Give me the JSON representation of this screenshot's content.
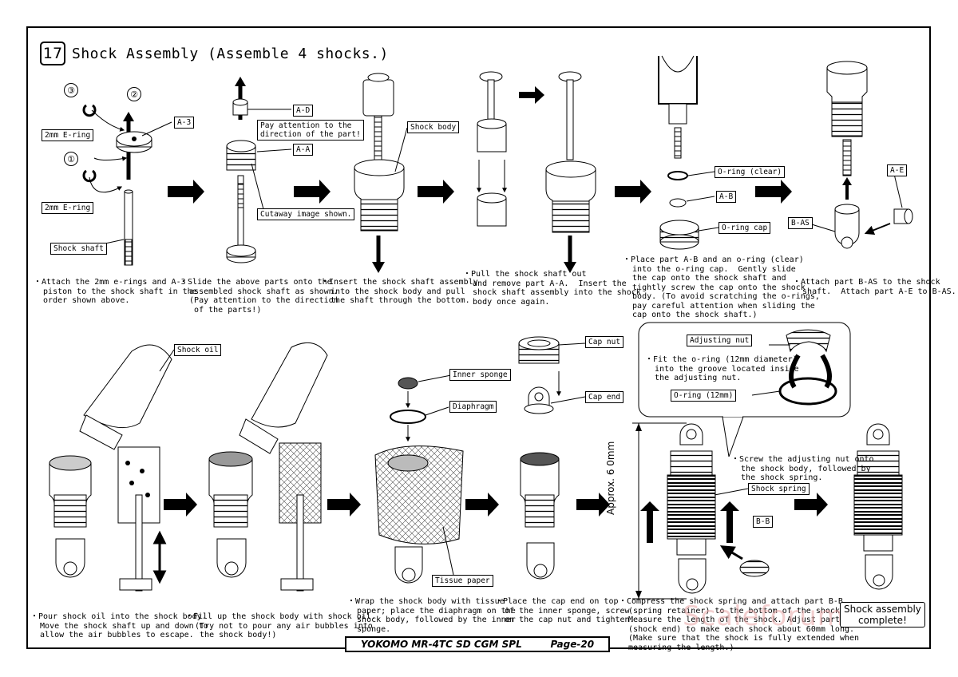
{
  "step": {
    "number": "17",
    "title": "Shock Assembly (Assemble 4 shocks.)"
  },
  "labels": {
    "e_ring_3": "2mm E-ring",
    "e_ring_1": "2mm E-ring",
    "a3": "A-3",
    "shock_shaft": "Shock shaft",
    "ad": "A-D",
    "aa": "A-A",
    "pay_attention": "Pay attention to the\ndirection of the part!",
    "cutaway": "Cutaway image shown.",
    "shock_body": "Shock body",
    "o_ring_clear": "O-ring (clear)",
    "ab": "A-B",
    "o_ring_cap": "O-ring cap",
    "ae": "A-E",
    "bas": "B-AS",
    "shock_oil": "Shock oil",
    "inner_sponge": "Inner sponge",
    "diaphragm": "Diaphragm",
    "tissue_paper": "Tissue paper",
    "cap_nut": "Cap nut",
    "cap_end": "Cap end",
    "adjusting_nut": "Adjusting nut",
    "o_ring_12": "O-ring (12mm)",
    "shock_spring": "Shock spring",
    "bb": "B-B",
    "approx": "Approx. 6 0mm",
    "circle_1": "①",
    "circle_2": "②",
    "circle_3": "③"
  },
  "notes": {
    "n1": "・Attach the 2mm e-rings and A-3\n  piston to the shock shaft in the\n  order shown above.",
    "n2": "・Slide the above parts onto the\n  assembled shock shaft as shown.\n  (Pay attention to the direction\n   of the parts!)",
    "n3": "・Insert the shock shaft assembly\n  into the shock body and pull\n  the shaft through the bottom.",
    "n4": "・Pull the shock shaft out\n  and remove part A-A.  Insert the\n  shock shaft assembly into the shock\n  body once again.",
    "n5": "・Place part A-B and an o-ring (clear)\n  into the o-ring cap.  Gently slide\n  the cap onto the shock shaft and\n  tightly screw the cap onto the shock\n  body. (To avoid scratching the o-rings,\n  pay careful attention when sliding the\n  cap onto the shock shaft.)",
    "n6": "・Attach part B-AS to the shock\n  shaft.  Attach part A-E to B-AS.",
    "n7": "・Pour shock oil into the shock body.\n  Move the shock shaft up and down to\n  allow the air bubbles to escape.",
    "n8": "・Fill up the shock body with shock oil.\n  (Try not to pour any air bubbles into\n   the shock body!)",
    "n9": "・Wrap the shock body with tissue\n  paper; place the diaphragm on the\n  shock body, followed by the inner\n  sponge.",
    "n10": "・Place the cap end on top\n  of the inner sponge, screw\n  on the cap nut and tighten.",
    "n11": "・Compress the shock spring and attach part B-B\n  (spring retainer) to the bottom of the shock.\n  Measure the length of the shock. Adjust part B-AS\n  (shock end) to make each shock about 60mm long.\n  (Make sure that the shock is fully extended when\n  measuring the length.)",
    "n12": "・Fit the o-ring (12mm diameter)\n  into the groove located inside\n  the adjusting nut.",
    "n13": "・Screw the adjusting nut onto\n  the shock body, followed by\n  the shock spring."
  },
  "footer": {
    "model": "YOKOMO MR-4TC SD CGM SPL",
    "page": "Page-20"
  },
  "complete": "Shock assembly\ncomplete!",
  "watermark": "Scaleforum.nl"
}
